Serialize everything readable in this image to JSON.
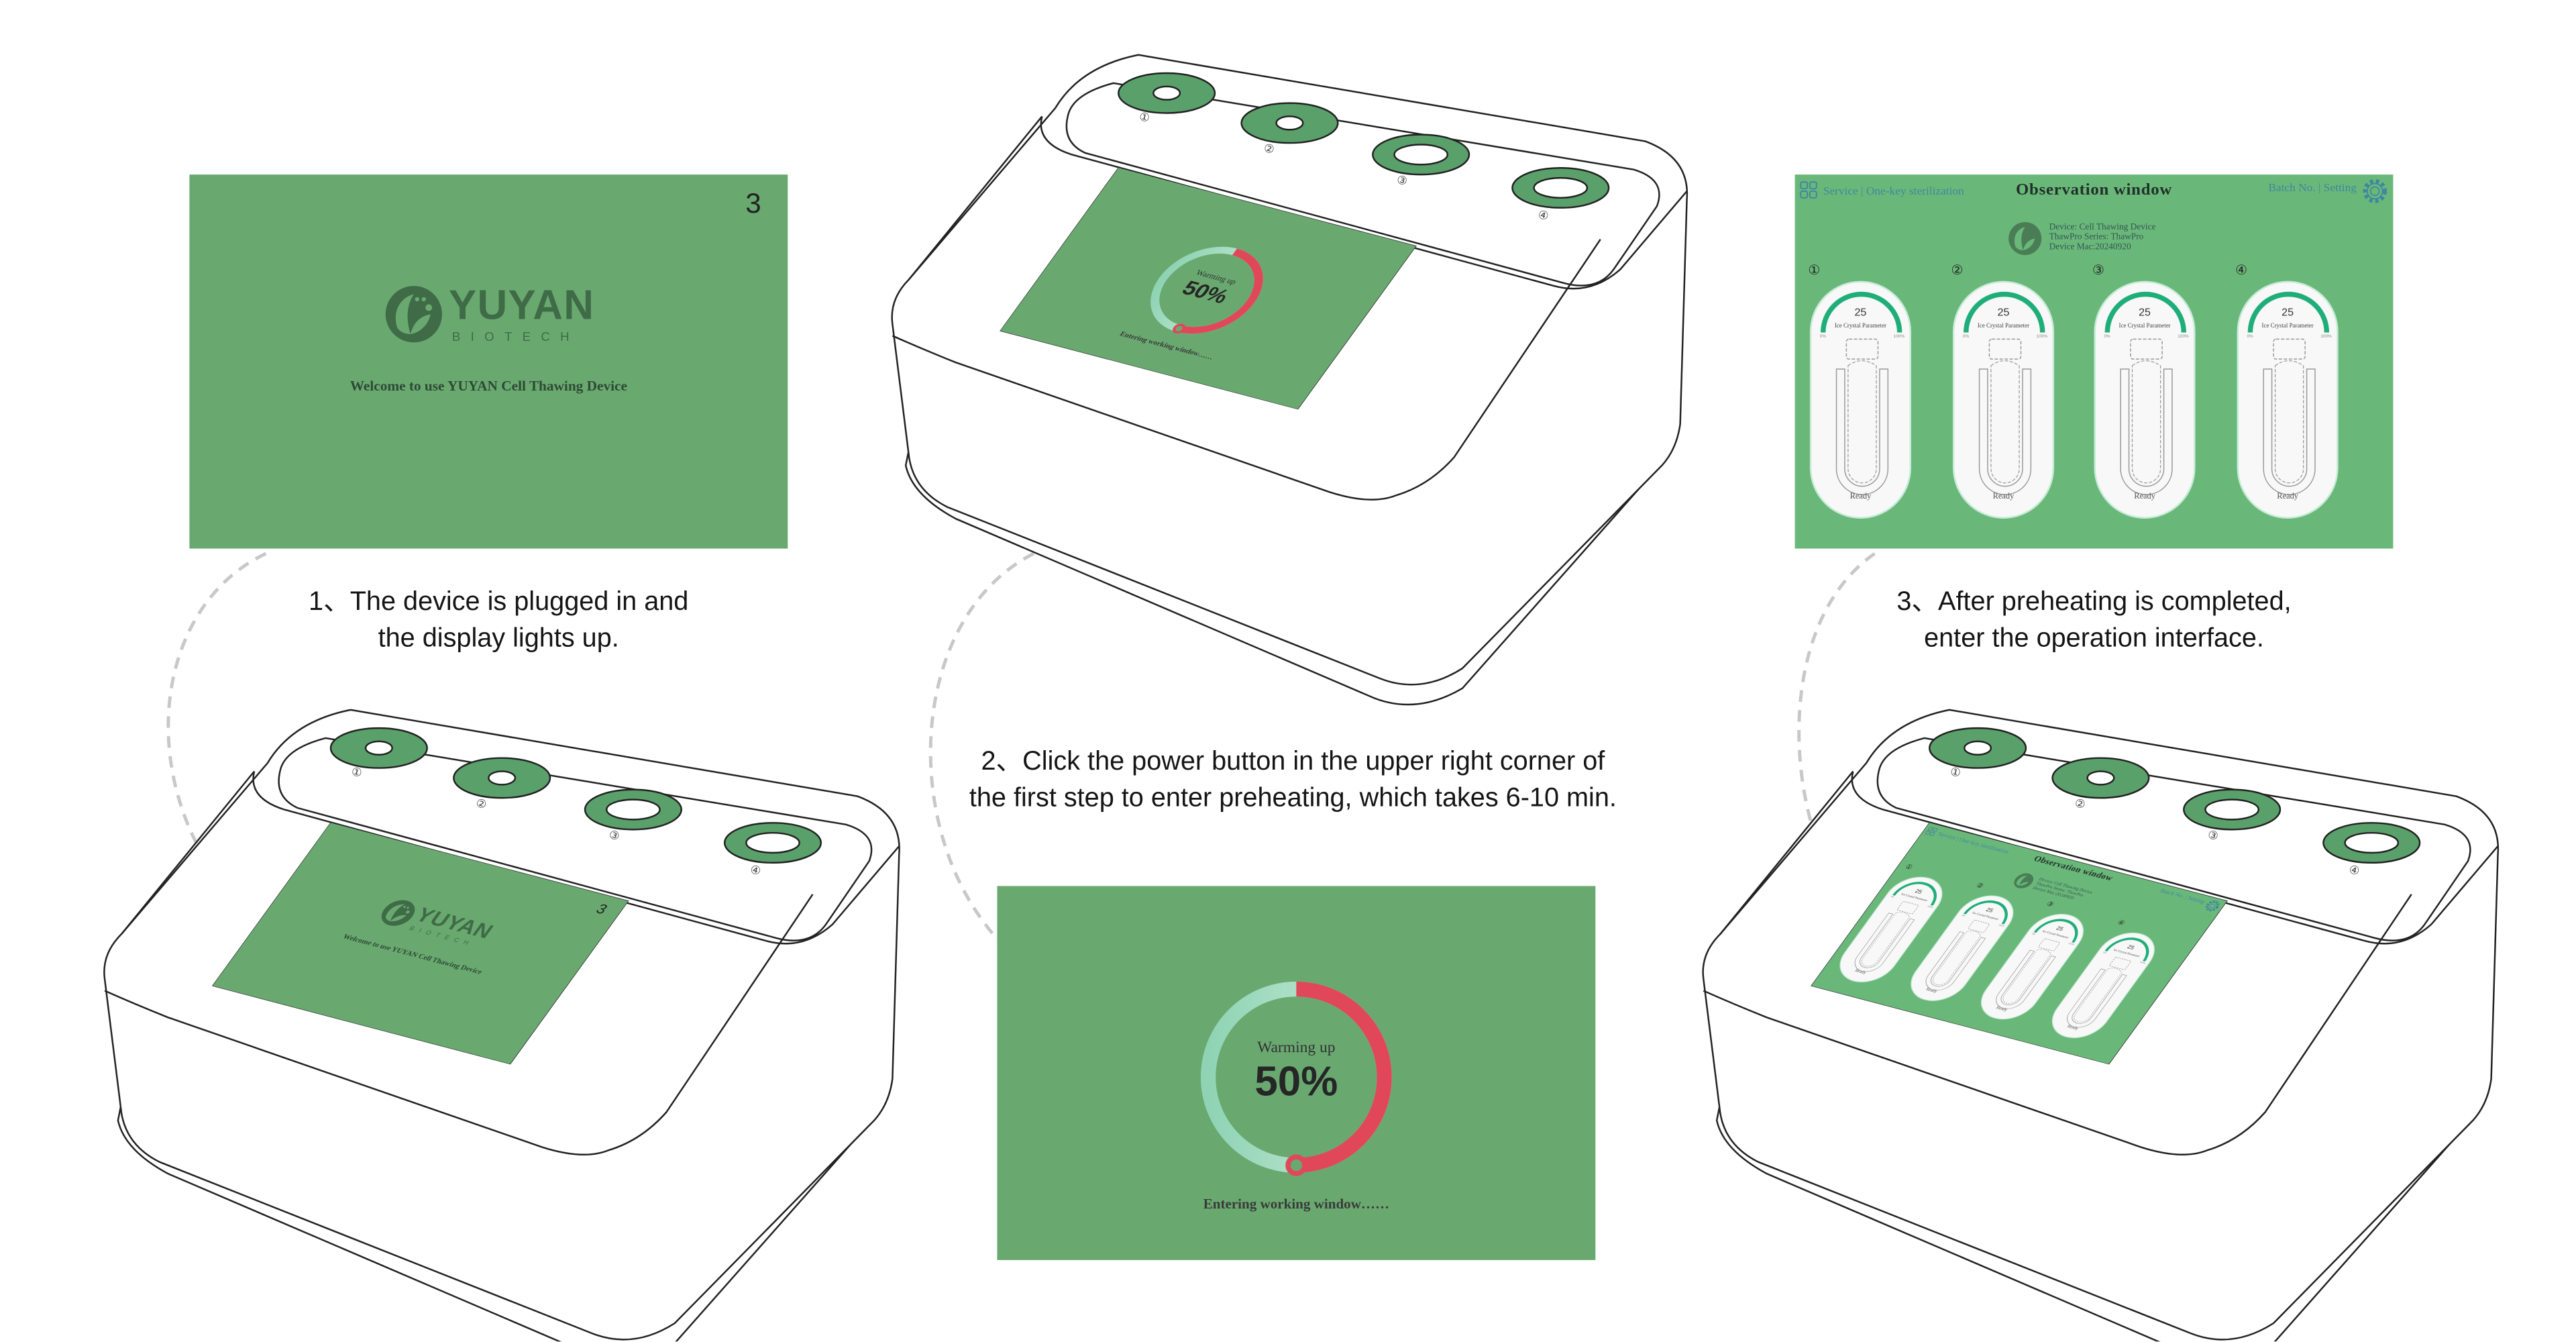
{
  "colors": {
    "screen_green": "#69a970",
    "screen3_green": "#6ab879",
    "logo_green": "#3f6b47",
    "well_green": "#59a06a",
    "progress_red": "#e0485a",
    "gauge_green": "#1fae7a",
    "link_blue": "#3f87a0"
  },
  "captions": {
    "step1": [
      "1、The device is plugged in and",
      "the display lights up."
    ],
    "step2": [
      "2、Click the power button in the upper right corner of",
      "the first step to enter preheating, which takes 6-10 min."
    ],
    "step3": [
      "3、After preheating is completed,",
      "enter the operation interface."
    ]
  },
  "device": {
    "well_labels": [
      "①",
      "②",
      "③",
      "④"
    ]
  },
  "welcome_screen": {
    "countdown": "3",
    "brand": "YUYAN",
    "brand_sub": "BIOTECH",
    "welcome_text": "Welcome to use YUYAN Cell Thawing Device"
  },
  "warming_screen": {
    "label": "Warming up",
    "percent_text": "50%",
    "progress": 0.5,
    "status": "Entering working window……"
  },
  "observation_screen": {
    "left_links": "Service | One-key sterilization",
    "title": "Observation window",
    "right_links": "Batch No. | Setting",
    "info": [
      "Device: Cell Thawing Device",
      "ThawPro Series: ThawPro",
      "Device Mac:20240920"
    ],
    "slots": [
      {
        "number": "①",
        "value": "25",
        "label": "Ice Crystal Parameter",
        "min": "0%",
        "max": "100%",
        "status": "Ready"
      },
      {
        "number": "②",
        "value": "25",
        "label": "Ice Crystal Parameter",
        "min": "0%",
        "max": "100%",
        "status": "Ready"
      },
      {
        "number": "③",
        "value": "25",
        "label": "Ice Crystal Parameter",
        "min": "0%",
        "max": "100%",
        "status": "Ready"
      },
      {
        "number": "④",
        "value": "25",
        "label": "Ice Crystal Parameter",
        "min": "0%",
        "max": "100%",
        "status": "Ready"
      }
    ]
  }
}
